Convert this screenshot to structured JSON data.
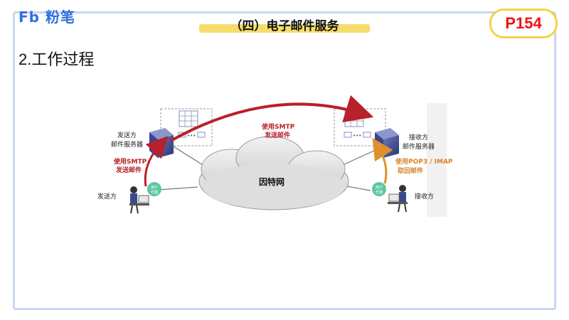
{
  "brand": {
    "logo_text": "Fb 粉笔"
  },
  "header": {
    "title": "（四）电子邮件服务",
    "page": "P154"
  },
  "section": {
    "heading": "2.工作过程"
  },
  "diagram": {
    "sender_server": "发送方\n邮件服务器",
    "receiver_server": "接收方\n邮件服务器",
    "sender": "发送方",
    "receiver": "接收方",
    "smtp_top_line1": "使用SMTP",
    "smtp_top_line2": "发送邮件",
    "smtp_left_line1": "使用SMTP",
    "smtp_left_line2": "发送邮件",
    "pop_line1": "使用POP3 / IMAP",
    "pop_line2": "取回邮件",
    "cloud": "因特网",
    "agent": "用户\n代理"
  },
  "colors": {
    "accent_red": "#b8202a",
    "accent_orange": "#e0902a",
    "frame": "#c9d6f2",
    "highlight": "#f6dd6a"
  }
}
